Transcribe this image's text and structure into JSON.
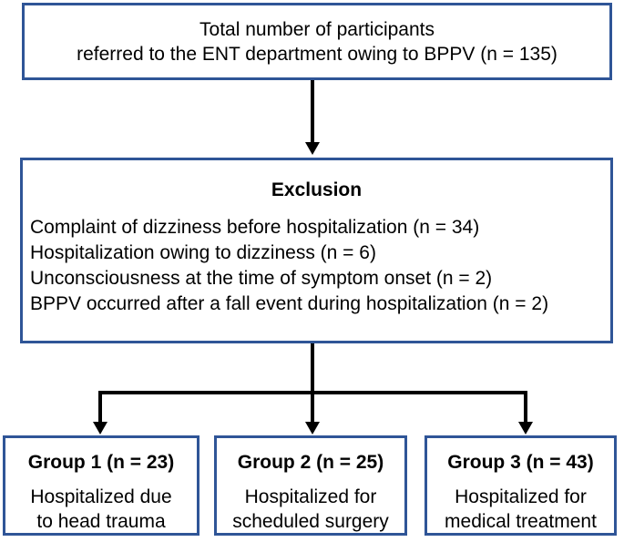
{
  "flowchart": {
    "colors": {
      "box_border": "#2F5597",
      "arrow": "#000000",
      "text": "#000000",
      "background": "#FFFFFF"
    },
    "top_box": {
      "line1": "Total number of participants",
      "line2": "referred to the ENT department owing to BPPV (n = 135)"
    },
    "exclusion_box": {
      "title": "Exclusion",
      "items": [
        "Complaint of dizziness before hospitalization (n = 34)",
        "Hospitalization owing to dizziness (n = 6)",
        "Unconsciousness at the time of symptom onset (n = 2)",
        "BPPV occurred after a fall event during hospitalization (n = 2)"
      ]
    },
    "groups": [
      {
        "title": "Group 1 (n = 23)",
        "line1": "Hospitalized due",
        "line2": "to head trauma"
      },
      {
        "title": "Group 2 (n = 25)",
        "line1": "Hospitalized for",
        "line2": "scheduled surgery"
      },
      {
        "title": "Group 3 (n = 43)",
        "line1": "Hospitalized for",
        "line2": "medical treatment"
      }
    ]
  }
}
